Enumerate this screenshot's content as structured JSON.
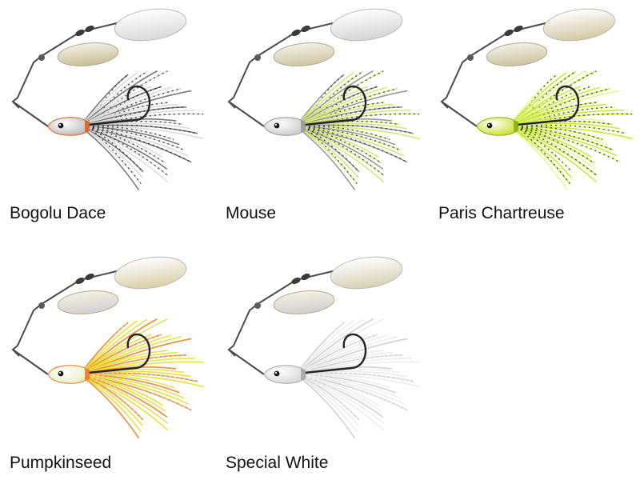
{
  "lures": [
    {
      "name": "Bogolu Dace",
      "colors": {
        "head": "#b9b9b9",
        "head_accent": "#e0641e",
        "skirt_primary": "#dcdcdc",
        "skirt_secondary": "#7a7a7a",
        "flecks": "#2a2a2a",
        "blade_large": "#d9d9d9",
        "blade_small": "#c6bd98"
      }
    },
    {
      "name": "Mouse",
      "colors": {
        "head": "#c9c9c9",
        "head_accent": "#9a9a9a",
        "skirt_primary": "#d6e77a",
        "skirt_secondary": "#9a9a9a",
        "flecks": "#30304a",
        "blade_large": "#d4d4d4",
        "blade_small": "#cdc6a4"
      }
    },
    {
      "name": "Paris Chartreuse",
      "colors": {
        "head": "#c8df2a",
        "head_accent": "#8fb012",
        "skirt_primary": "#c9ea3a",
        "skirt_secondary": "#e9f59a",
        "flecks": "#2c3a10",
        "blade_large": "#d2c8a0",
        "blade_small": "#cbc3a2"
      }
    },
    {
      "name": "Pumpkinseed",
      "colors": {
        "head": "#e6f0c0",
        "head_accent": "#f07a2a",
        "skirt_primary": "#e8e23a",
        "skirt_secondary": "#ee8a3a",
        "flecks": "#d9d9d9",
        "blade_large": "#d8cfa6",
        "blade_small": "#d0d0d0"
      }
    },
    {
      "name": "Special White",
      "colors": {
        "head": "#d6d6d6",
        "head_accent": "#a8a8a8",
        "skirt_primary": "#ececec",
        "skirt_secondary": "#d2d2d2",
        "flecks": "#f4f4f4",
        "blade_large": "#d6d0b4",
        "blade_small": "#cfcfcf"
      }
    }
  ]
}
